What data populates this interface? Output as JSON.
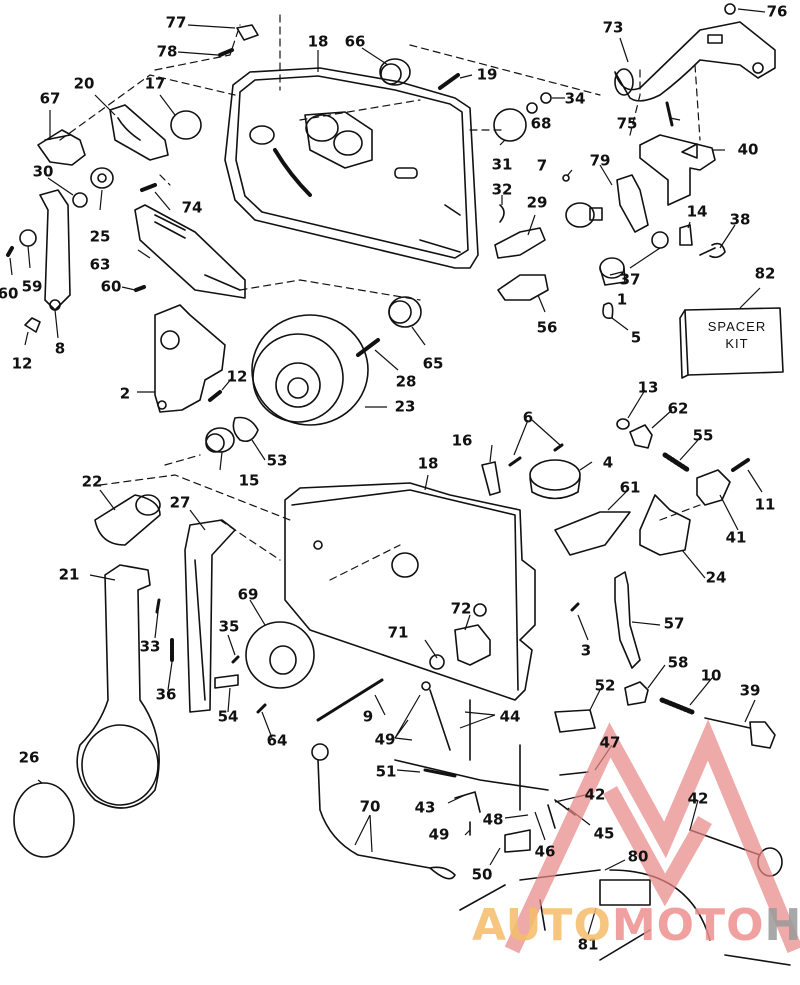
{
  "diagram": {
    "type": "exploded-parts-diagram",
    "subject": "remote control box assembly",
    "spacer_kit": {
      "callout": "82",
      "line1": "SPACER",
      "line2": "KIT"
    },
    "callouts": [
      {
        "id": "c77",
        "text": "77"
      },
      {
        "id": "c78",
        "text": "78"
      },
      {
        "id": "c18a",
        "text": "18"
      },
      {
        "id": "c66",
        "text": "66"
      },
      {
        "id": "c19",
        "text": "19"
      },
      {
        "id": "c73",
        "text": "73"
      },
      {
        "id": "c76",
        "text": "76"
      },
      {
        "id": "c34",
        "text": "34"
      },
      {
        "id": "c68",
        "text": "68"
      },
      {
        "id": "c75",
        "text": "75"
      },
      {
        "id": "c40",
        "text": "40"
      },
      {
        "id": "c67",
        "text": "67"
      },
      {
        "id": "c20",
        "text": "20"
      },
      {
        "id": "c17",
        "text": "17"
      },
      {
        "id": "c31",
        "text": "31"
      },
      {
        "id": "c7",
        "text": "7"
      },
      {
        "id": "c79",
        "text": "79"
      },
      {
        "id": "c32",
        "text": "32"
      },
      {
        "id": "c29",
        "text": "29"
      },
      {
        "id": "c14",
        "text": "14"
      },
      {
        "id": "c38",
        "text": "38"
      },
      {
        "id": "c30",
        "text": "30"
      },
      {
        "id": "c74",
        "text": "74"
      },
      {
        "id": "c25",
        "text": "25"
      },
      {
        "id": "c37",
        "text": "37"
      },
      {
        "id": "c63",
        "text": "63"
      },
      {
        "id": "c60a",
        "text": "60"
      },
      {
        "id": "c59",
        "text": "59"
      },
      {
        "id": "c60b",
        "text": "60"
      },
      {
        "id": "c1",
        "text": "1"
      },
      {
        "id": "c82",
        "text": "82"
      },
      {
        "id": "c56",
        "text": "56"
      },
      {
        "id": "c5",
        "text": "5"
      },
      {
        "id": "c12a",
        "text": "12"
      },
      {
        "id": "c8",
        "text": "8"
      },
      {
        "id": "c65",
        "text": "65"
      },
      {
        "id": "c28",
        "text": "28"
      },
      {
        "id": "c2",
        "text": "2"
      },
      {
        "id": "c12b",
        "text": "12"
      },
      {
        "id": "c23",
        "text": "23"
      },
      {
        "id": "c13",
        "text": "13"
      },
      {
        "id": "c62",
        "text": "62"
      },
      {
        "id": "c6",
        "text": "6"
      },
      {
        "id": "c53",
        "text": "53"
      },
      {
        "id": "c15",
        "text": "15"
      },
      {
        "id": "c16",
        "text": "16"
      },
      {
        "id": "c4",
        "text": "4"
      },
      {
        "id": "c55",
        "text": "55"
      },
      {
        "id": "c11",
        "text": "11"
      },
      {
        "id": "c18b",
        "text": "18"
      },
      {
        "id": "c22",
        "text": "22"
      },
      {
        "id": "c27",
        "text": "27"
      },
      {
        "id": "c61",
        "text": "61"
      },
      {
        "id": "c41",
        "text": "41"
      },
      {
        "id": "c24",
        "text": "24"
      },
      {
        "id": "c21",
        "text": "21"
      },
      {
        "id": "c69",
        "text": "69"
      },
      {
        "id": "c3",
        "text": "3"
      },
      {
        "id": "c57",
        "text": "57"
      },
      {
        "id": "c33",
        "text": "33"
      },
      {
        "id": "c35",
        "text": "35"
      },
      {
        "id": "c72",
        "text": "72"
      },
      {
        "id": "c71",
        "text": "71"
      },
      {
        "id": "c36",
        "text": "36"
      },
      {
        "id": "c54",
        "text": "54"
      },
      {
        "id": "c58",
        "text": "58"
      },
      {
        "id": "c10",
        "text": "10"
      },
      {
        "id": "c39",
        "text": "39"
      },
      {
        "id": "c64",
        "text": "64"
      },
      {
        "id": "c9",
        "text": "9"
      },
      {
        "id": "c52",
        "text": "52"
      },
      {
        "id": "c44",
        "text": "44"
      },
      {
        "id": "c49a",
        "text": "49"
      },
      {
        "id": "c47",
        "text": "47"
      },
      {
        "id": "c26",
        "text": "26"
      },
      {
        "id": "c51",
        "text": "51"
      },
      {
        "id": "c42a",
        "text": "42"
      },
      {
        "id": "c42b",
        "text": "42"
      },
      {
        "id": "c43",
        "text": "43"
      },
      {
        "id": "c70",
        "text": "70"
      },
      {
        "id": "c48",
        "text": "48"
      },
      {
        "id": "c45",
        "text": "45"
      },
      {
        "id": "c49b",
        "text": "49"
      },
      {
        "id": "c46",
        "text": "46"
      },
      {
        "id": "c50",
        "text": "50"
      },
      {
        "id": "c80",
        "text": "80"
      },
      {
        "id": "c81",
        "text": "81"
      }
    ]
  },
  "watermark": {
    "part1": "AUTO",
    "part2": "MOTO",
    "part3": "HUB",
    "colors": {
      "triangle": "#e8a0a0",
      "part1": "#f4b860",
      "part2": "#ef9a9a",
      "part3": "#9e9e9e"
    }
  }
}
